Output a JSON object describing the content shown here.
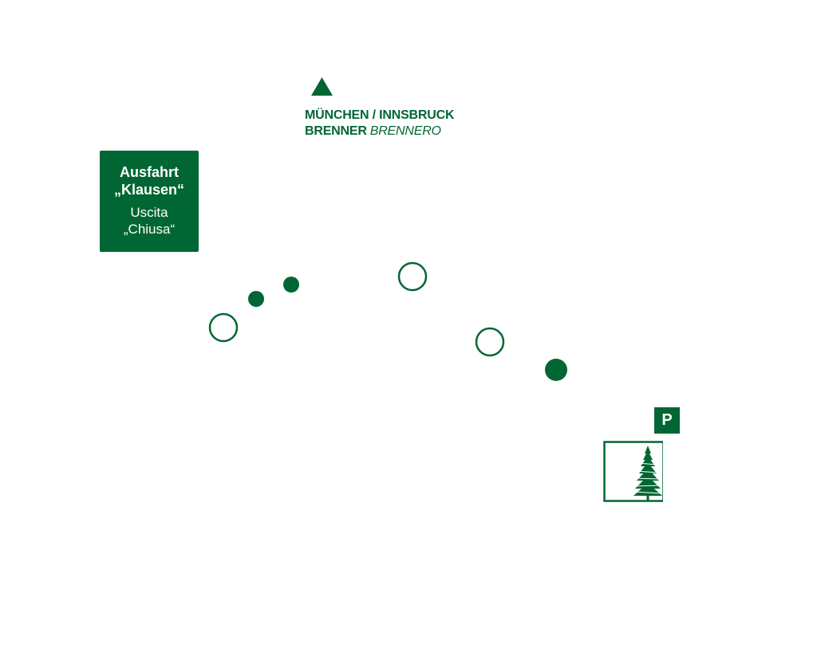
{
  "direction": {
    "arrow_icon": "triangle-up-icon",
    "line1": "MÜNCHEN / INNSBRUCK",
    "line2_de": "BRENNER",
    "line2_it": "BRENNERO"
  },
  "exit_sign": {
    "de_line1": "Ausfahrt",
    "de_line2": "„Klausen“",
    "it_line1": "Uscita",
    "it_line2": "„Chiusa“"
  },
  "parking": {
    "label": "P"
  },
  "markers": [
    {
      "type": "hollow"
    },
    {
      "type": "filled"
    },
    {
      "type": "filled"
    },
    {
      "type": "hollow"
    },
    {
      "type": "hollow"
    },
    {
      "type": "filled"
    }
  ],
  "hotel_logo": {
    "icon": "fir-tree-icon"
  },
  "colors": {
    "brand_green": "#006633",
    "background": "#ffffff"
  }
}
